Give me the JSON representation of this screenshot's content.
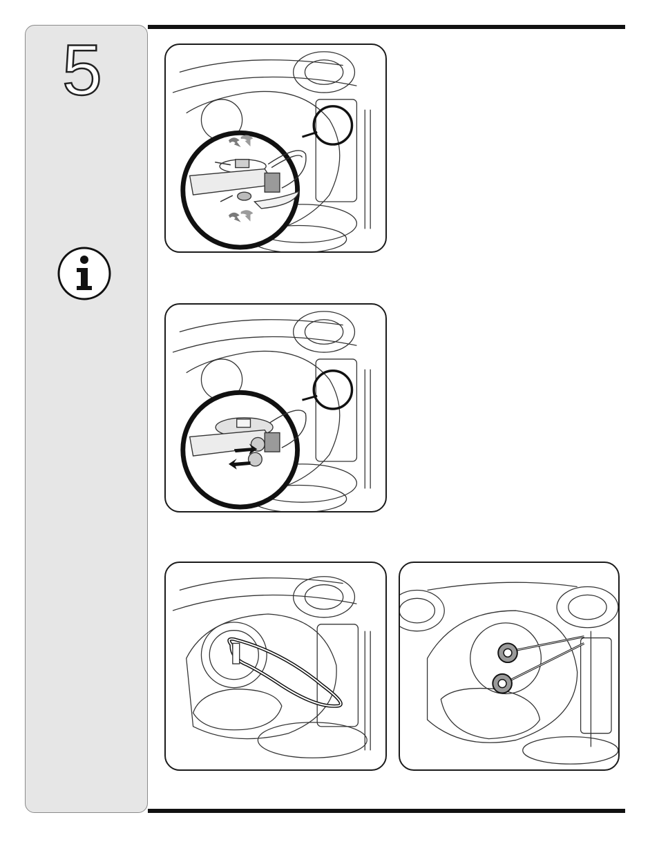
{
  "step": {
    "number": "5"
  },
  "icons": {
    "info": "info-icon"
  },
  "figures": [
    {
      "id": "figure-1",
      "depicts": "deck-with-magnified-spindle-nut-and-wrench"
    },
    {
      "id": "figure-2",
      "depicts": "deck-with-magnified-blade-removal-arrows"
    },
    {
      "id": "figure-3",
      "depicts": "deck-with-belt-on-spindle-pulley"
    },
    {
      "id": "figure-4",
      "depicts": "deck-with-belt-on-two-pulleys"
    }
  ],
  "colors": {
    "sidebar": "#e6e6e6",
    "rule": "#111111",
    "line_art": "#333333"
  }
}
